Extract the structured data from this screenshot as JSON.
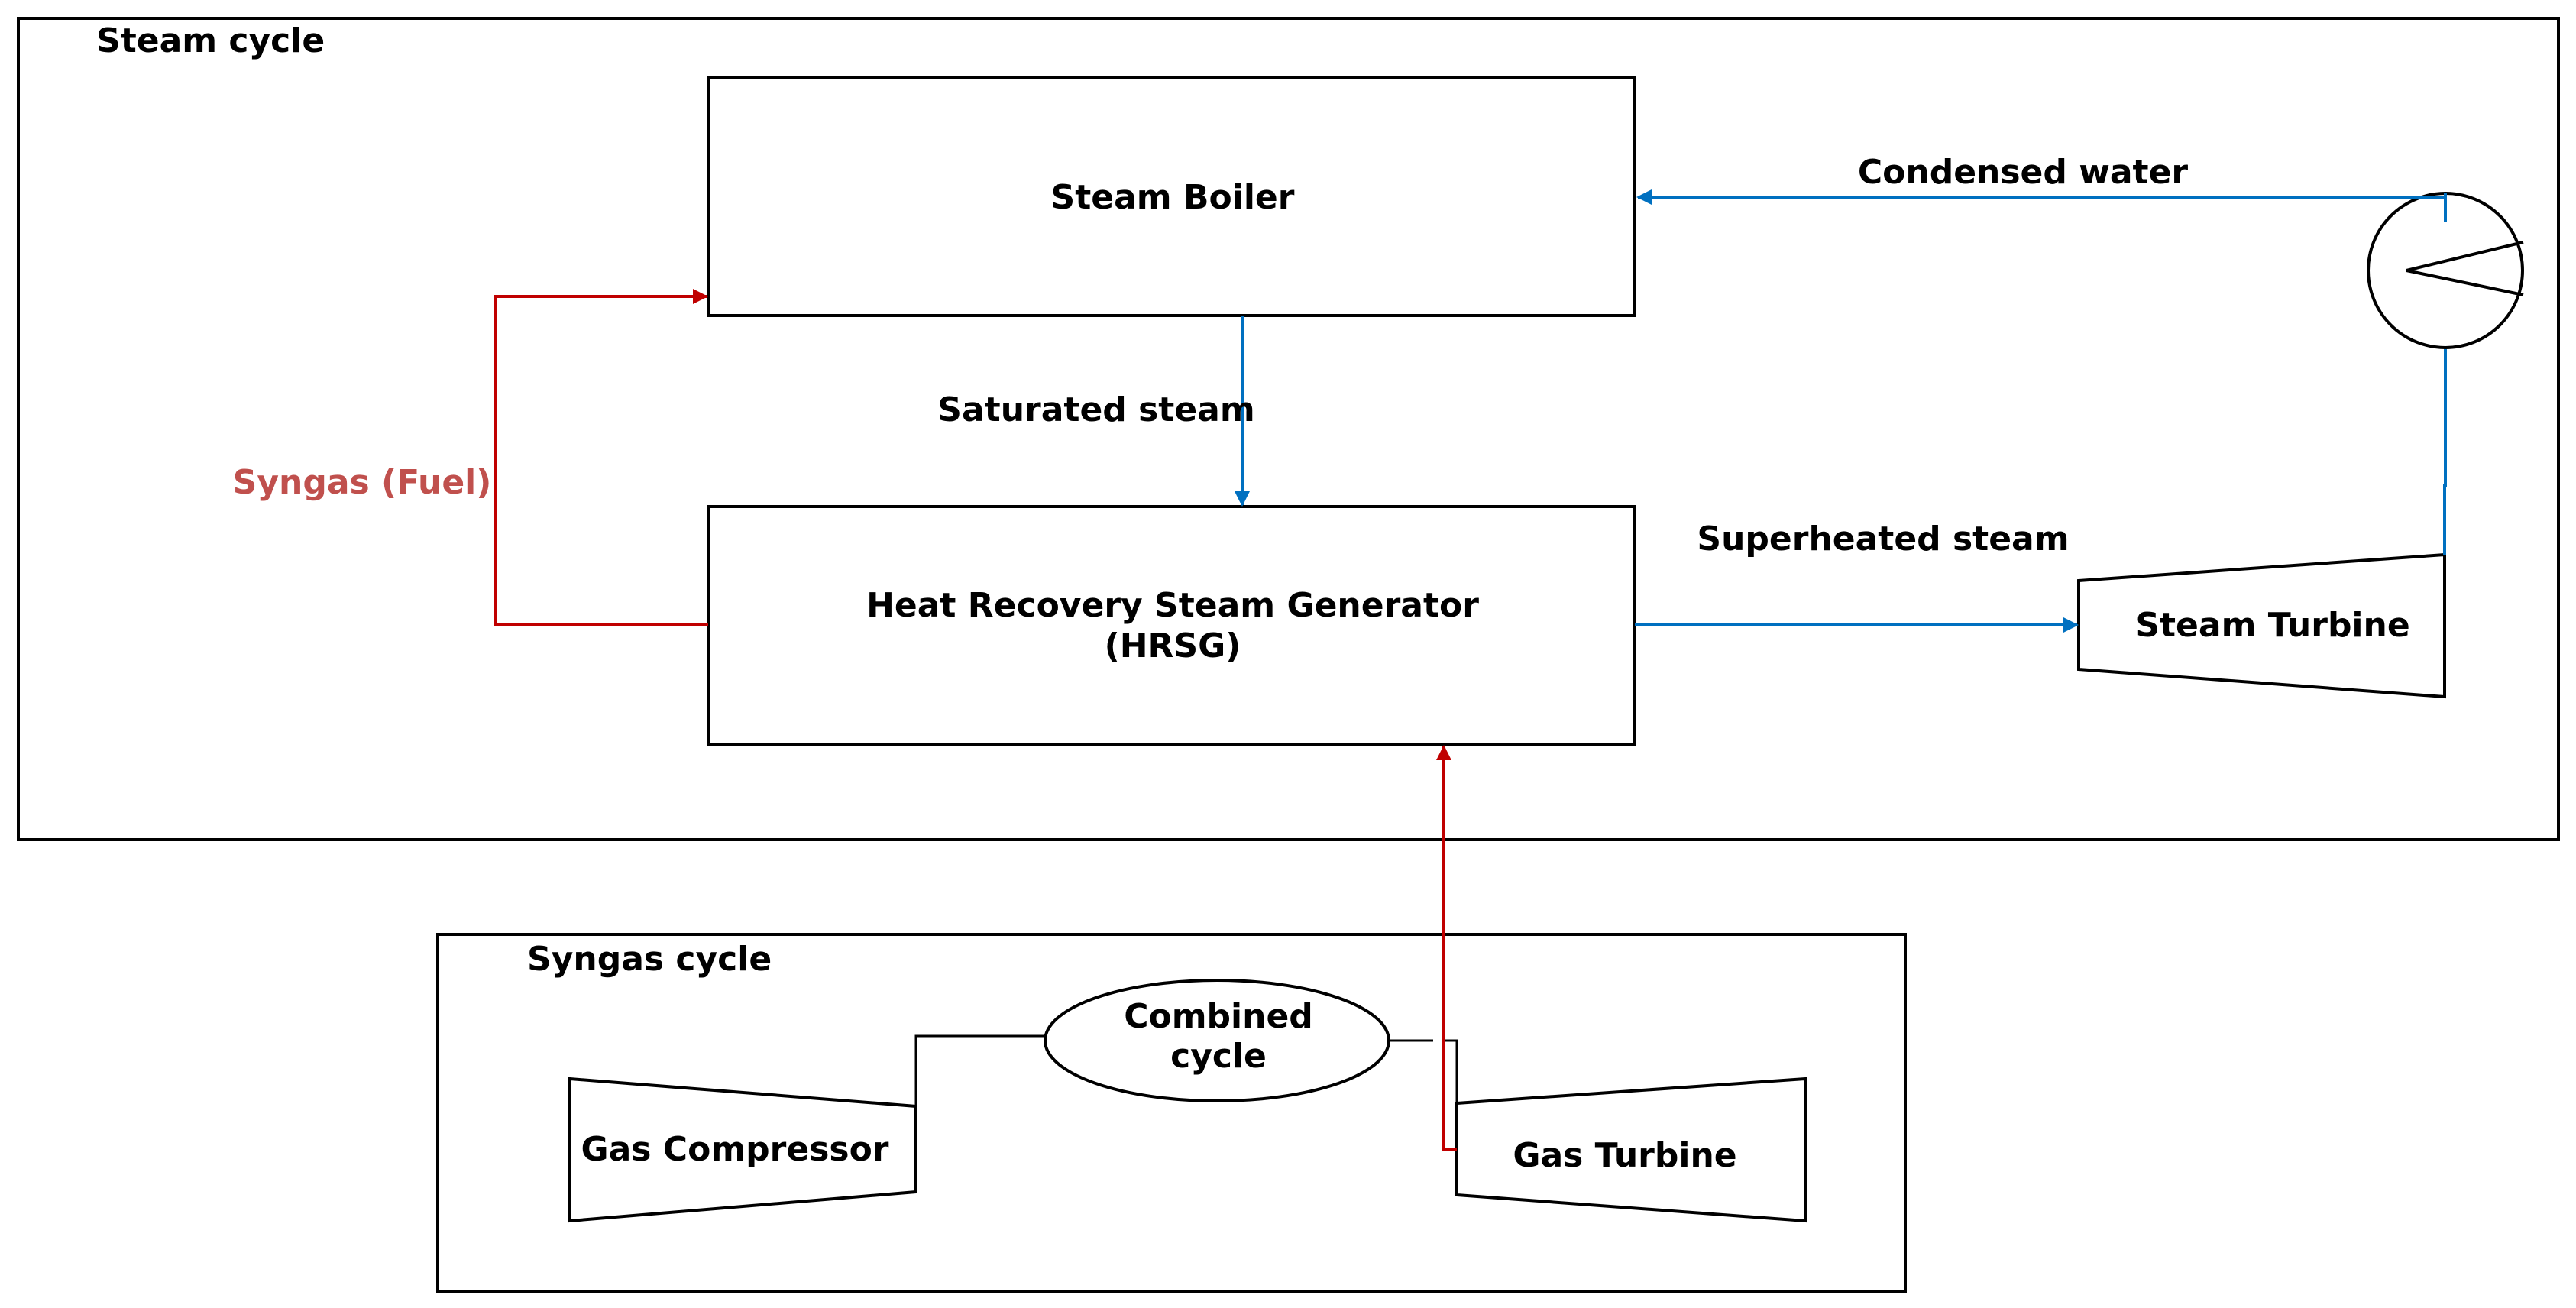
{
  "steam_cycle": {
    "title": "Steam cycle",
    "boiler": "Steam Boiler",
    "hrsg_line1": "Heat Recovery Steam Generator",
    "hrsg_line2": "(HRSG)",
    "steam_turbine": "Steam Turbine",
    "saturated_steam": "Saturated steam",
    "superheated_steam": "Superheated steam",
    "condensed_water": "Condensed water",
    "syngas_fuel": "Syngas (Fuel)"
  },
  "syngas_cycle": {
    "title": "Syngas cycle",
    "combined_line1": "Combined",
    "combined_line2": "cycle",
    "gas_compressor": "Gas Compressor",
    "gas_turbine": "Gas Turbine"
  },
  "colors": {
    "steam_flow": "#0070c0",
    "fuel_flow": "#c00000",
    "fuel_label": "#c0504d"
  }
}
